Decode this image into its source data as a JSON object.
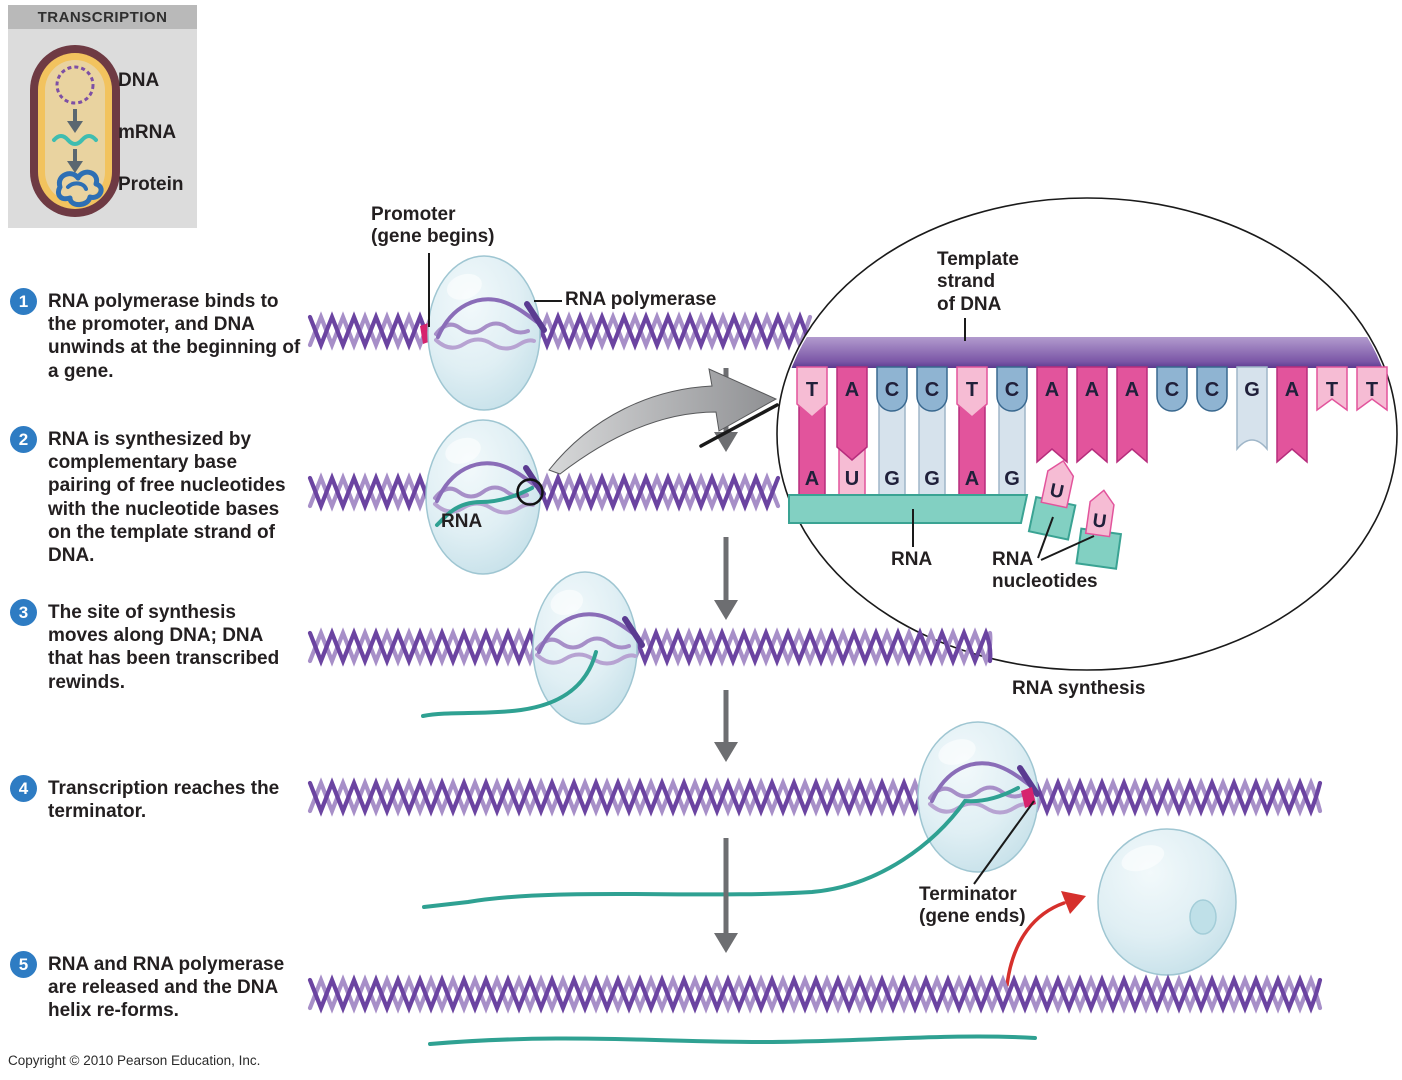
{
  "legend": {
    "title": "TRANSCRIPTION",
    "items": [
      {
        "label": "DNA"
      },
      {
        "label": "mRNA"
      },
      {
        "label": "Protein"
      }
    ]
  },
  "steps": [
    {
      "num": "1",
      "text": "RNA polymerase binds to\nthe promoter, and DNA\nunwinds at the beginning of\na gene."
    },
    {
      "num": "2",
      "text": "RNA is synthesized by\ncomplementary base\npairing of free nucleotides\nwith the nucleotide bases\non the template strand of\nDNA."
    },
    {
      "num": "3",
      "text": "The site of synthesis\nmoves along DNA; DNA\nthat has been transcribed\nrewinds."
    },
    {
      "num": "4",
      "text": "Transcription reaches the\nterminator."
    },
    {
      "num": "5",
      "text": "RNA and RNA polymerase\nare released and the DNA\nhelix re-forms."
    }
  ],
  "labels": {
    "promoter": "Promoter\n(gene begins)",
    "rna_polymerase": "RNA polymerase",
    "rna_row2": "RNA",
    "template_strand": "Template\nstrand\nof DNA",
    "rna_inset": "RNA",
    "rna_nucleotides": "RNA\nnucleotides",
    "rna_synthesis": "RNA synthesis",
    "terminator": "Terminator\n(gene ends)"
  },
  "inset": {
    "template_strand_bases": [
      "T",
      "A",
      "C",
      "C",
      "T",
      "C",
      "A",
      "A",
      "A",
      "C",
      "C",
      "G",
      "A",
      "T",
      "T"
    ],
    "rna_bases": [
      "A",
      "U",
      "G",
      "G",
      "A",
      "G"
    ],
    "free_nucleotides": [
      "U",
      "U"
    ]
  },
  "colors": {
    "base_fill": {
      "A": "#e2549c",
      "T": "#f6bcd4",
      "U": "#f6bcd4",
      "C": "#8fb4d2",
      "G": "#d6e2ec"
    },
    "base_stroke": {
      "A": "#b72d7d",
      "T": "#e2549c",
      "U": "#e2549c",
      "C": "#39688f",
      "G": "#9fb6c8"
    },
    "template_bar_top": "#b29bce",
    "template_bar_bottom": "#7a55a6",
    "template_bar_edge": "#5b3a8e",
    "rna_backbone": "#82d0c2",
    "rna_backbone_stroke": "#3aa393",
    "rna_strand": "#2fa192",
    "helix_dark": "#6b44a1",
    "helix_light": "#a78fc8",
    "bubble_edge": "#9fc6d2",
    "step_circle": "#2e7cc3",
    "arrow_gray": "#6d6e71",
    "red_arrow": "#d6302c",
    "promoter_mark": "#d6246e",
    "letter_color": "#20203a",
    "cell_outer": "#6e3a43",
    "cell_ring": "#f2c35e",
    "cell_inner": "#e9d3a0",
    "cell_dna": "#7d4fa5",
    "cell_mrna": "#3fbdb0",
    "cell_protein": "#2d6fb4"
  },
  "copyright": "Copyright © 2010 Pearson Education, Inc."
}
